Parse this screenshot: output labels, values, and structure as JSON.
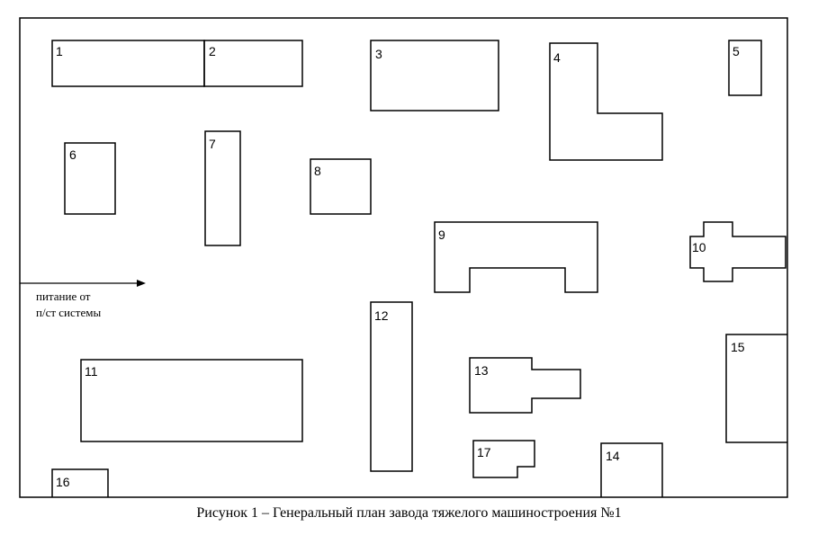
{
  "buildings": [
    {
      "id": "b1",
      "number": "1"
    },
    {
      "id": "b2",
      "number": "2"
    },
    {
      "id": "b3",
      "number": "3"
    },
    {
      "id": "b4",
      "number": "4"
    },
    {
      "id": "b5",
      "number": "5"
    },
    {
      "id": "b6",
      "number": "6"
    },
    {
      "id": "b7",
      "number": "7"
    },
    {
      "id": "b8",
      "number": "8"
    },
    {
      "id": "b9",
      "number": "9"
    },
    {
      "id": "b10",
      "number": "10"
    },
    {
      "id": "b11",
      "number": "11"
    },
    {
      "id": "b12",
      "number": "12"
    },
    {
      "id": "b13",
      "number": "13"
    },
    {
      "id": "b14",
      "number": "14"
    },
    {
      "id": "b15",
      "number": "15"
    },
    {
      "id": "b16",
      "number": "16"
    },
    {
      "id": "b17",
      "number": "17"
    }
  ],
  "power_note": {
    "line1": "питание от",
    "line2": "п/ст системы"
  },
  "caption": "Рисунок 1 – Генеральный план завода тяжелого машиностроения №1"
}
